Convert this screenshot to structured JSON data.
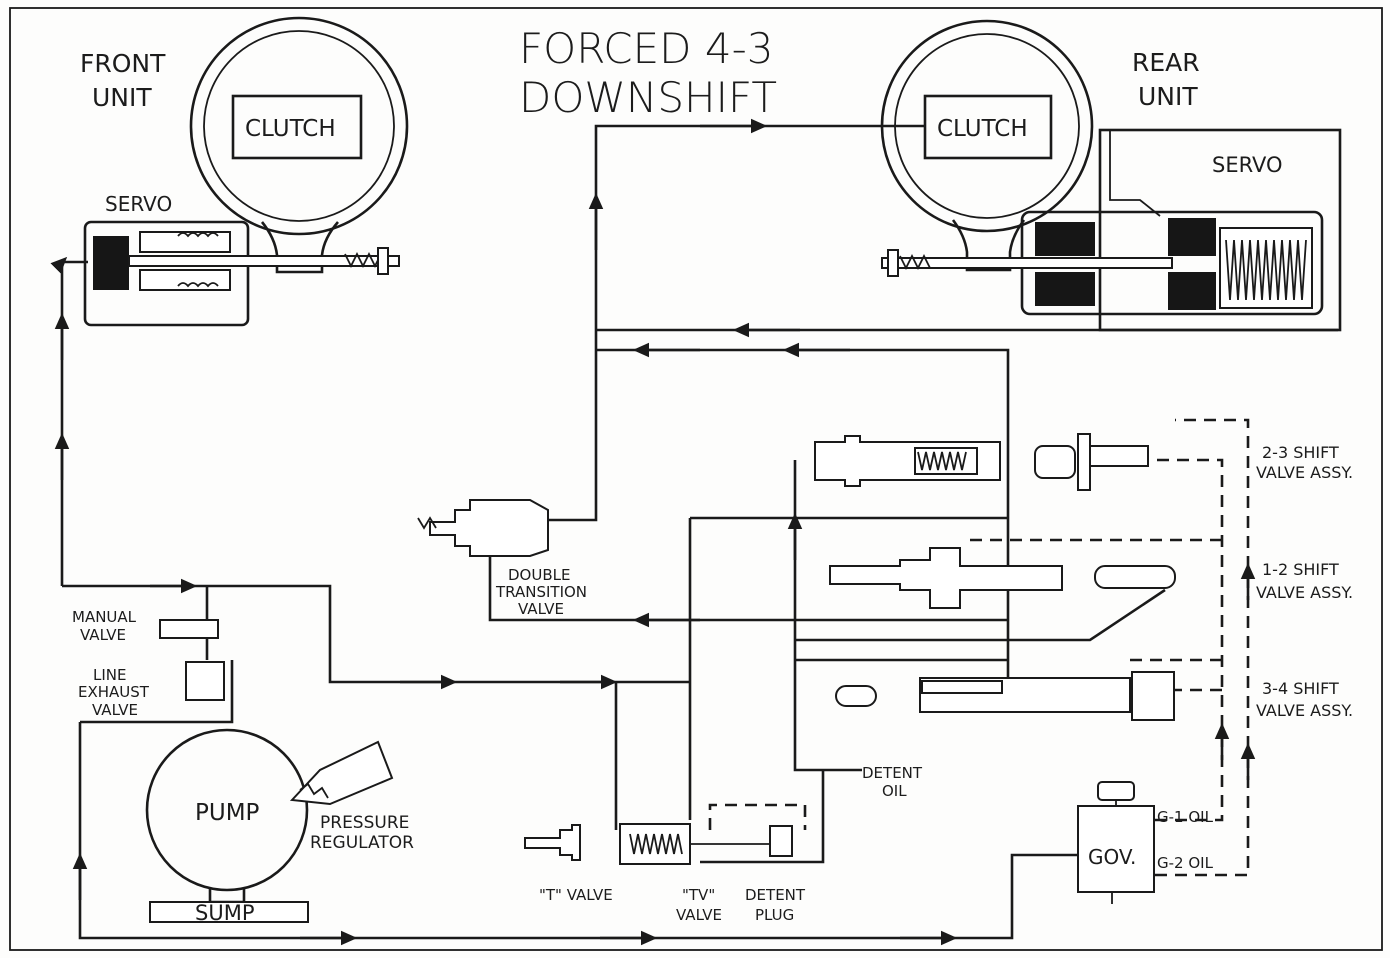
{
  "title": {
    "line1": "FORCED 4-3",
    "line2": "DOWNSHIFT"
  },
  "components": {
    "front_unit": "FRONT",
    "front_unit2": "UNIT",
    "front_clutch": "CLUTCH",
    "front_servo": "SERVO",
    "rear_unit": "REAR",
    "rear_unit2": "UNIT",
    "rear_clutch": "CLUTCH",
    "rear_servo": "SERVO",
    "double_transition_1": "DOUBLE",
    "double_transition_2": "TRANSITION",
    "double_transition_3": "VALVE",
    "manual_valve_1": "MANUAL",
    "manual_valve_2": "VALVE",
    "line_exhaust_1": "LINE",
    "line_exhaust_2": "EXHAUST",
    "line_exhaust_3": "VALVE",
    "pump": "PUMP",
    "pressure_regulator_1": "PRESSURE",
    "pressure_regulator_2": "REGULATOR",
    "sump": "SUMP",
    "t_valve": "\"T\" VALVE",
    "tv_valve_1": "\"TV\"",
    "tv_valve_2": "VALVE",
    "detent_plug_1": "DETENT",
    "detent_plug_2": "PLUG",
    "detent_oil_1": "DETENT",
    "detent_oil_2": "OIL",
    "gov": "GOV.",
    "g1_oil": "G-1 OIL",
    "g2_oil": "G-2 OIL",
    "shift_23_1": "2-3 SHIFT",
    "shift_23_2": "VALVE ASSY.",
    "shift_12_1": "1-2 SHIFT",
    "shift_12_2": "VALVE ASSY.",
    "shift_34_1": "3-4 SHIFT",
    "shift_34_2": "VALVE ASSY."
  }
}
